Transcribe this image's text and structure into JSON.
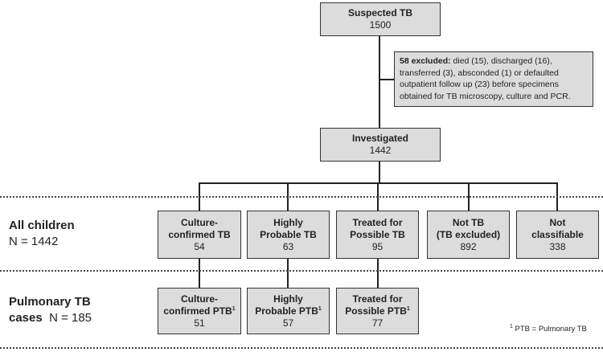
{
  "suspected": {
    "title": "Suspected TB",
    "count": "1500"
  },
  "excluded": {
    "bold": "58 excluded:",
    "text": " died (15), discharged (16), transferred (3), absconded (1) or defaulted outpatient follow up (23) before specimens obtained for TB microscopy, culture and PCR."
  },
  "investigated": {
    "title": "Investigated",
    "count": "1442"
  },
  "all_children": {
    "title": "All children",
    "n": "N = 1442"
  },
  "pulmonary": {
    "title_line1": "Pulmonary TB",
    "title_line2": "cases",
    "n": "N = 185"
  },
  "categories": [
    {
      "line1": "Culture-",
      "line2": "confirmed TB",
      "count": "54"
    },
    {
      "line1": "Highly",
      "line2": "Probable TB",
      "count": "63"
    },
    {
      "line1": "Treated for",
      "line2": "Possible TB",
      "count": "95"
    },
    {
      "line1": "Not TB",
      "line2": "(TB excluded)",
      "count": "892"
    },
    {
      "line1": "Not",
      "line2": "classifiable",
      "count": "338"
    }
  ],
  "ptb": [
    {
      "line1": "Culture-",
      "line2": "confirmed PTB",
      "sup": "1",
      "count": "51"
    },
    {
      "line1": "Highly",
      "line2": "Probable PTB",
      "sup": "1",
      "count": "57"
    },
    {
      "line1": "Treated for",
      "line2": "Possible PTB",
      "sup": "1",
      "count": "77"
    }
  ],
  "footnote": {
    "sup": "1",
    "text": " PTB = Pulmonary TB"
  }
}
